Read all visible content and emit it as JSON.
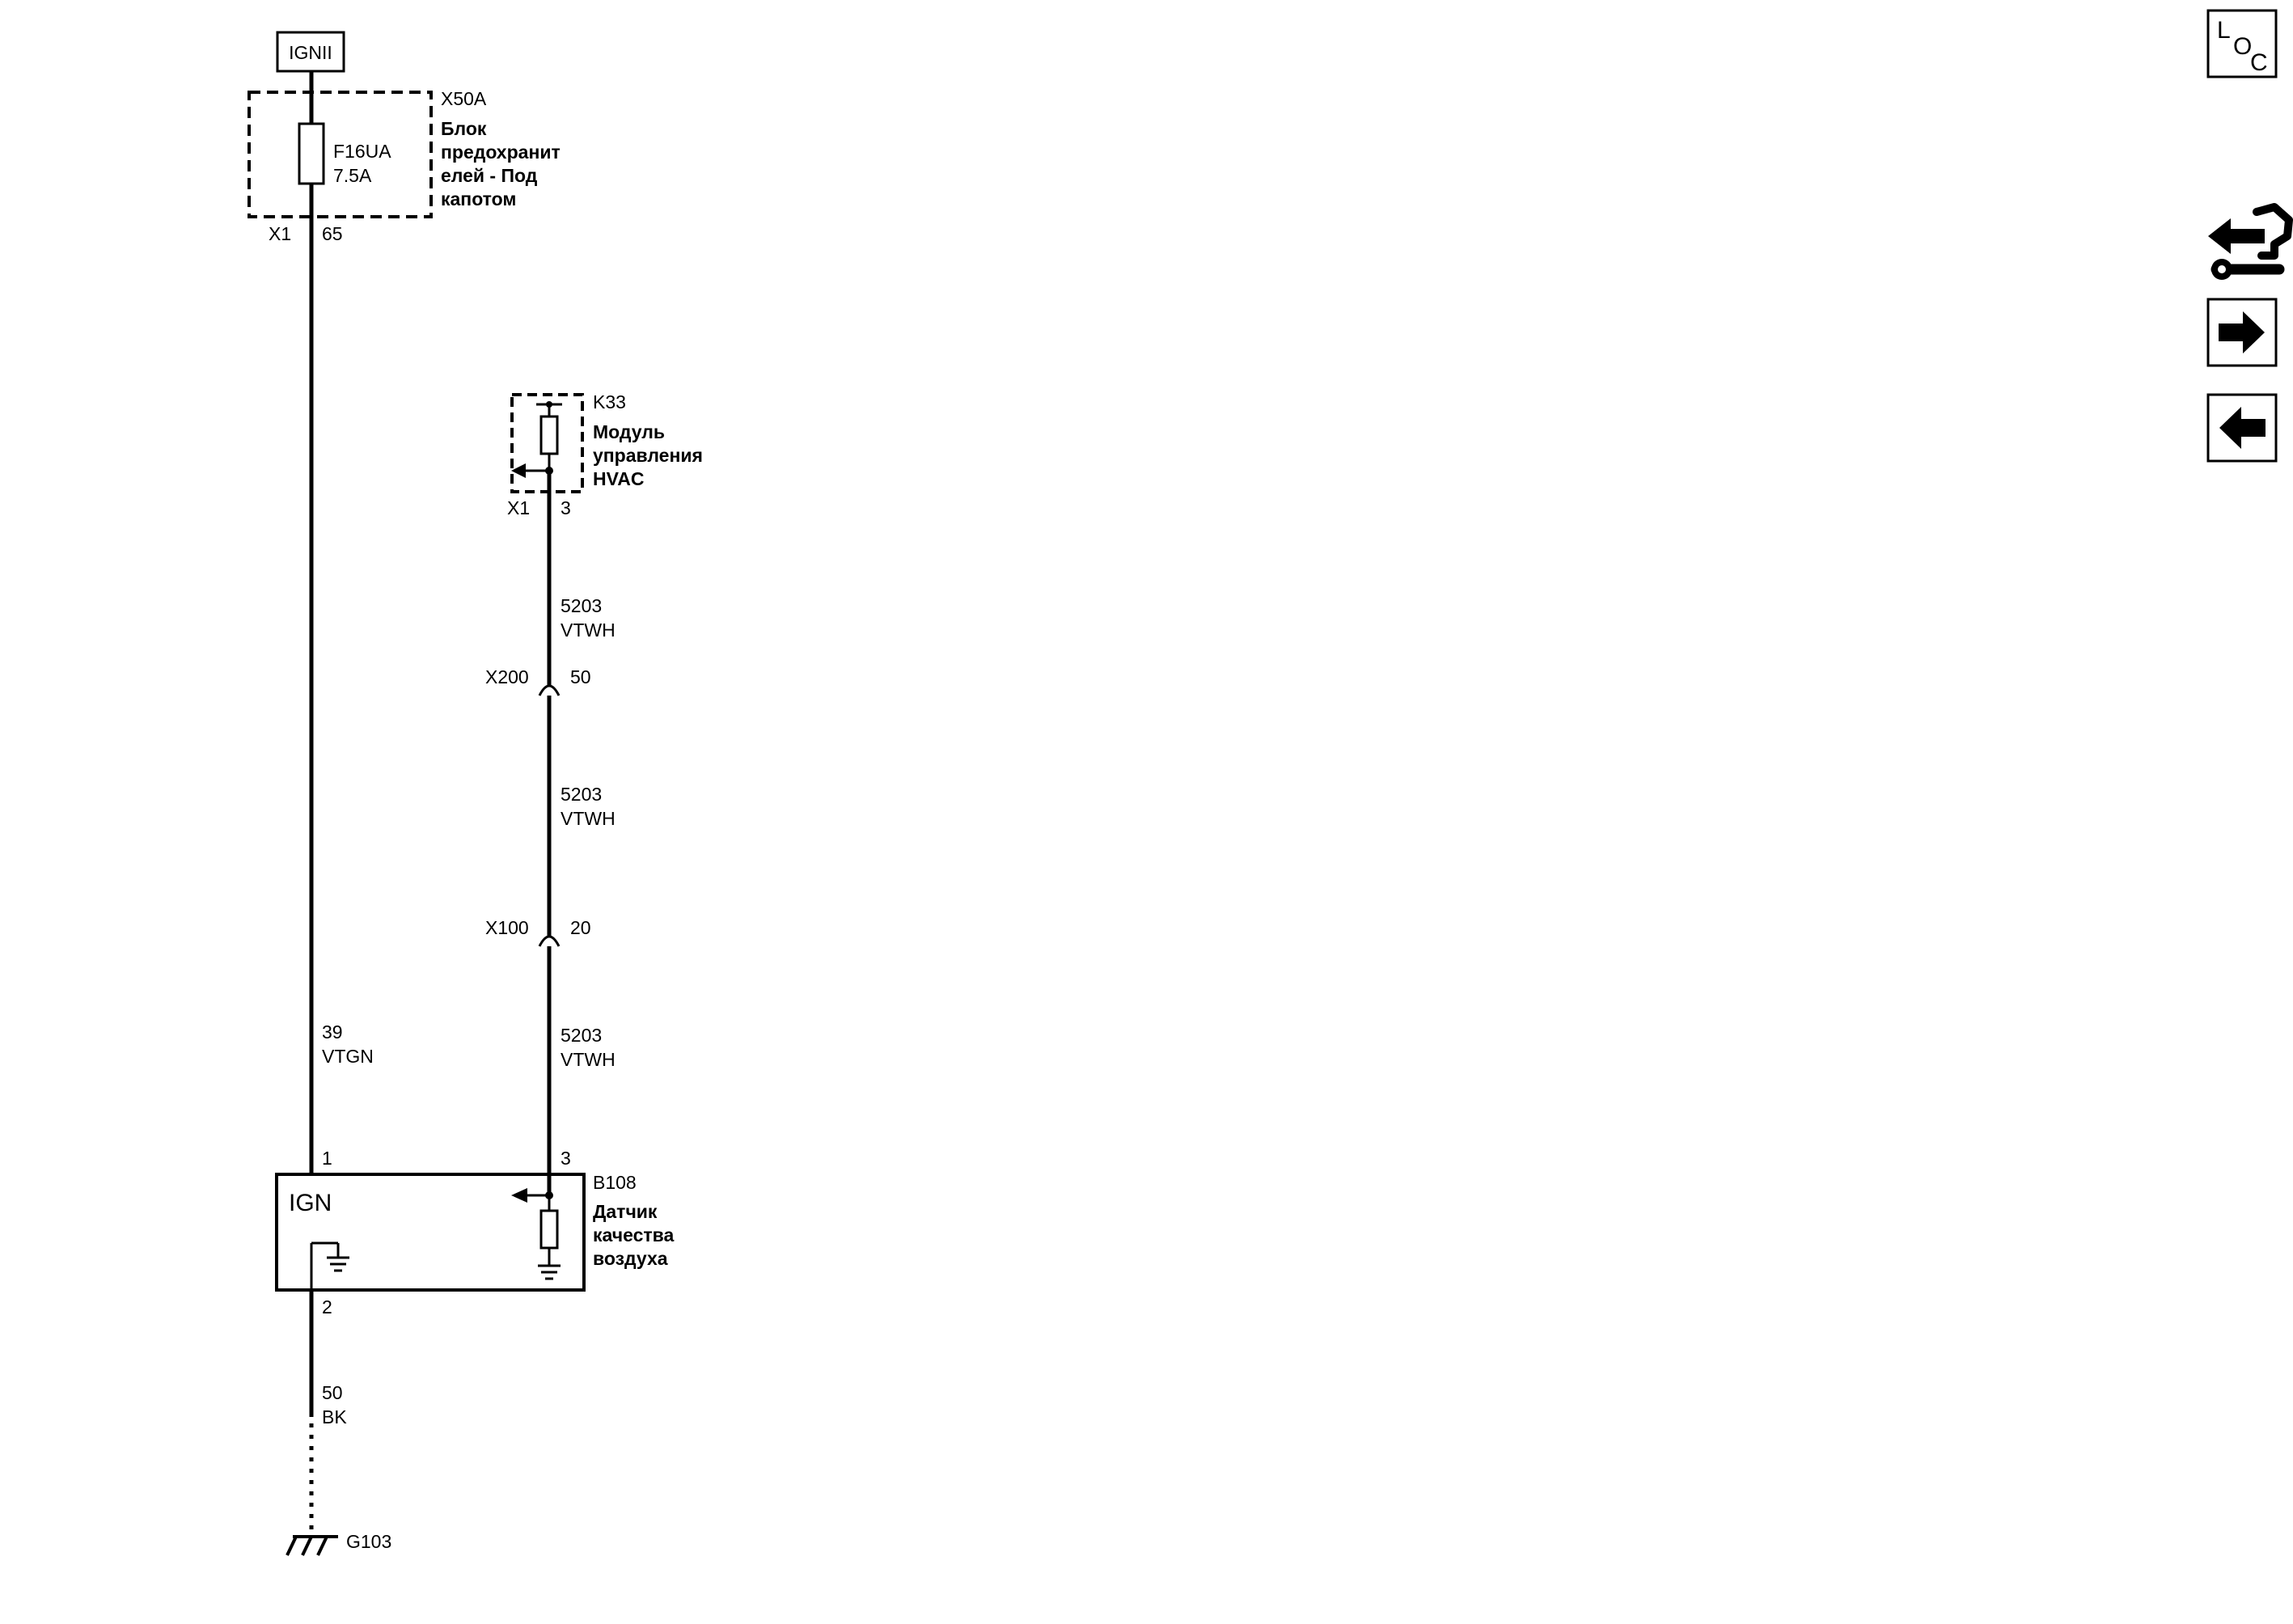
{
  "power": {
    "label": "IGNII"
  },
  "fuse_block": {
    "ref": "X50A",
    "name_lines": [
      "Блок",
      "предохранит",
      "елей - Под",
      "капотом"
    ],
    "fuse_ref": "F16UA",
    "fuse_rating": "7.5A",
    "connector": "X1",
    "pin": "65"
  },
  "wire_left": {
    "number": "39",
    "color": "VTGN"
  },
  "hvac_module": {
    "ref": "K33",
    "name_lines": [
      "Модуль",
      "управления",
      "HVAC"
    ],
    "connector": "X1",
    "pin": "3"
  },
  "wire_signal_1": {
    "number": "5203",
    "color": "VTWH"
  },
  "inline_x200": {
    "ref": "X200",
    "pin": "50"
  },
  "wire_signal_2": {
    "number": "5203",
    "color": "VTWH"
  },
  "inline_x100": {
    "ref": "X100",
    "pin": "20"
  },
  "wire_signal_3": {
    "number": "5203",
    "color": "VTWH"
  },
  "sensor": {
    "ref": "B108",
    "name_lines": [
      "Датчик",
      "качества",
      "воздуха"
    ],
    "ign_label": "IGN",
    "pin_ign": "1",
    "pin_signal": "3",
    "pin_ground": "2"
  },
  "wire_ground": {
    "number": "50",
    "color": "BK"
  },
  "ground": {
    "ref": "G103"
  },
  "side_icons": {
    "loc_letters": [
      "L",
      "O",
      "C"
    ],
    "tools": "tools-icon",
    "next": "arrow-right-icon",
    "prev": "arrow-left-icon"
  }
}
